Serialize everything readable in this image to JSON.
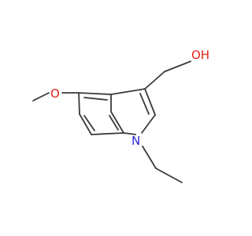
{
  "atoms": {
    "hydroxyl": {
      "text": "OH",
      "color": "#e0241b"
    },
    "methoxy_oxygen": {
      "text": "O",
      "color": "#e0241b"
    },
    "ring_nitrogen": {
      "text": "N",
      "color": "#2a2ad8"
    }
  },
  "colors": {
    "bond": "#3a3a3a",
    "background": "#ffffff"
  }
}
